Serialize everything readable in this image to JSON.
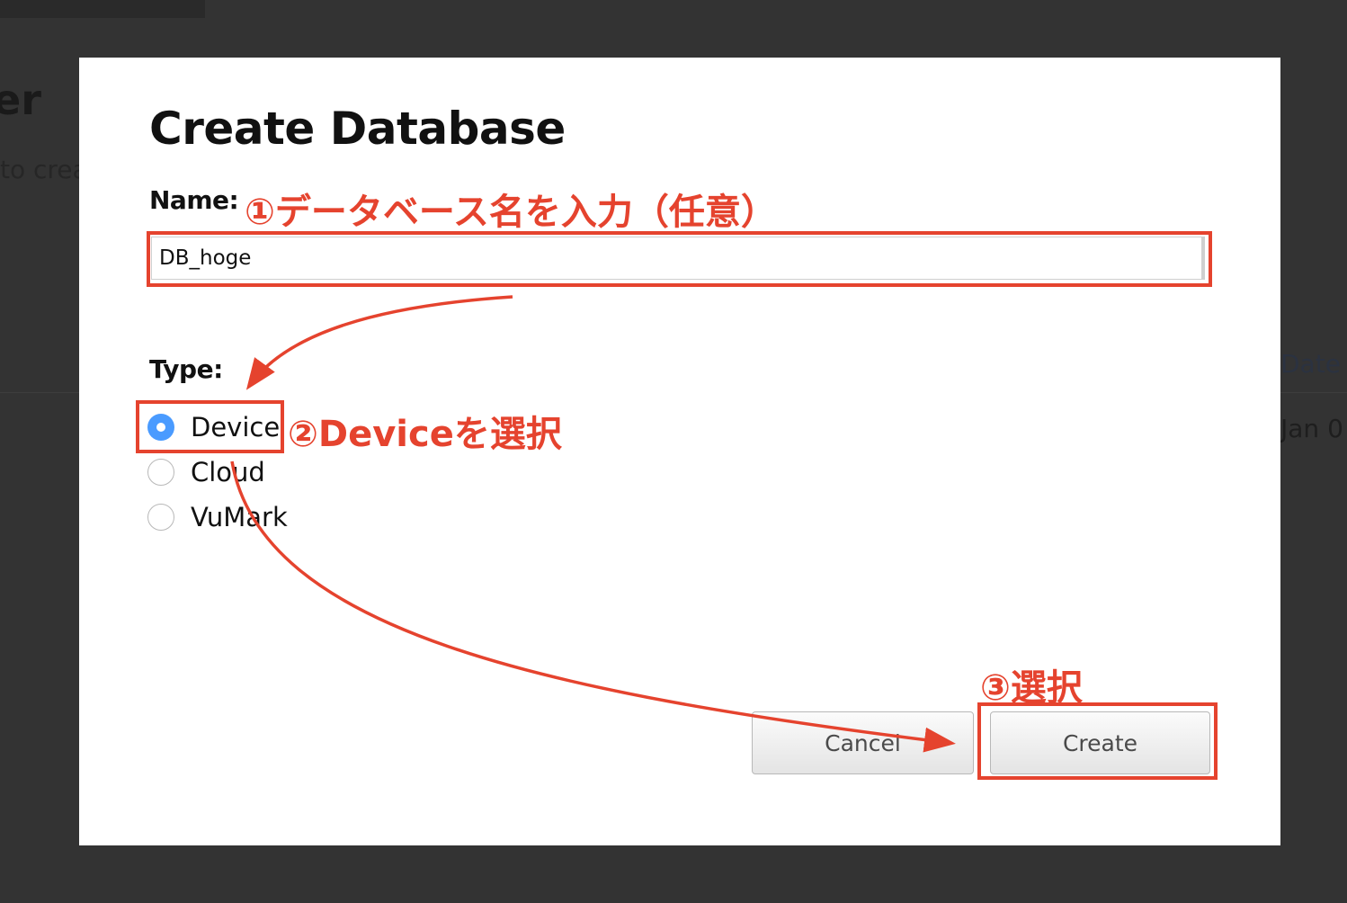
{
  "background": {
    "heading_fragment": "er",
    "subtext_fragment": "to crea",
    "column_header_fragment": "Date M",
    "cell_fragment": "Jan 0"
  },
  "dialog": {
    "title": "Create Database",
    "name_label": "Name:",
    "name_value": "DB_hoge",
    "type_label": "Type:",
    "type_options": [
      {
        "label": "Device",
        "selected": true
      },
      {
        "label": "Cloud",
        "selected": false
      },
      {
        "label": "VuMark",
        "selected": false
      }
    ],
    "cancel_label": "Cancel",
    "create_label": "Create"
  },
  "annotations": {
    "step1": "①データベース名を入力（任意）",
    "step2": "②Deviceを選択",
    "step3": "③選択",
    "color": "#e5432e"
  },
  "colors": {
    "overlay_background": "#333333",
    "radio_selected": "#4a9bff",
    "annotation": "#e5432e"
  }
}
